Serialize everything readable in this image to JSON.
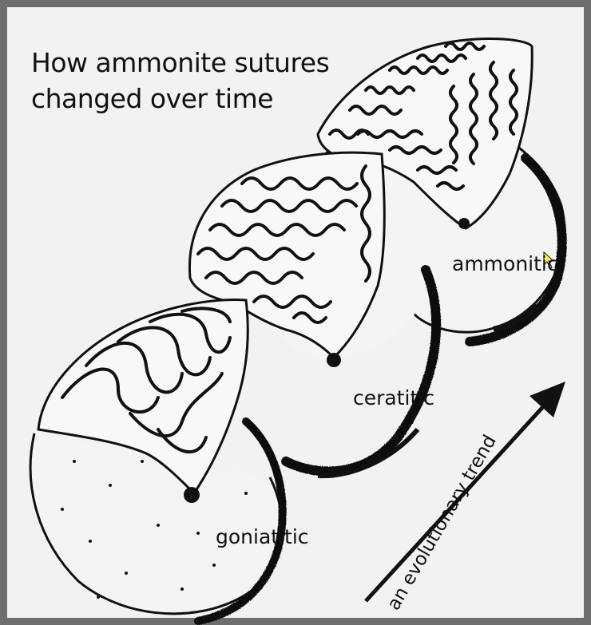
{
  "title": "How ammonite sutures changed over time",
  "labels": {
    "ammonitic": "ammonitic",
    "ceratitic": "ceratitic",
    "goniatitic": "goniatitic",
    "trend": "an evolutionary trend"
  },
  "colors": {
    "ink": "#111111",
    "paper": "#f2f2f2",
    "frame": "#6e6e6e"
  }
}
